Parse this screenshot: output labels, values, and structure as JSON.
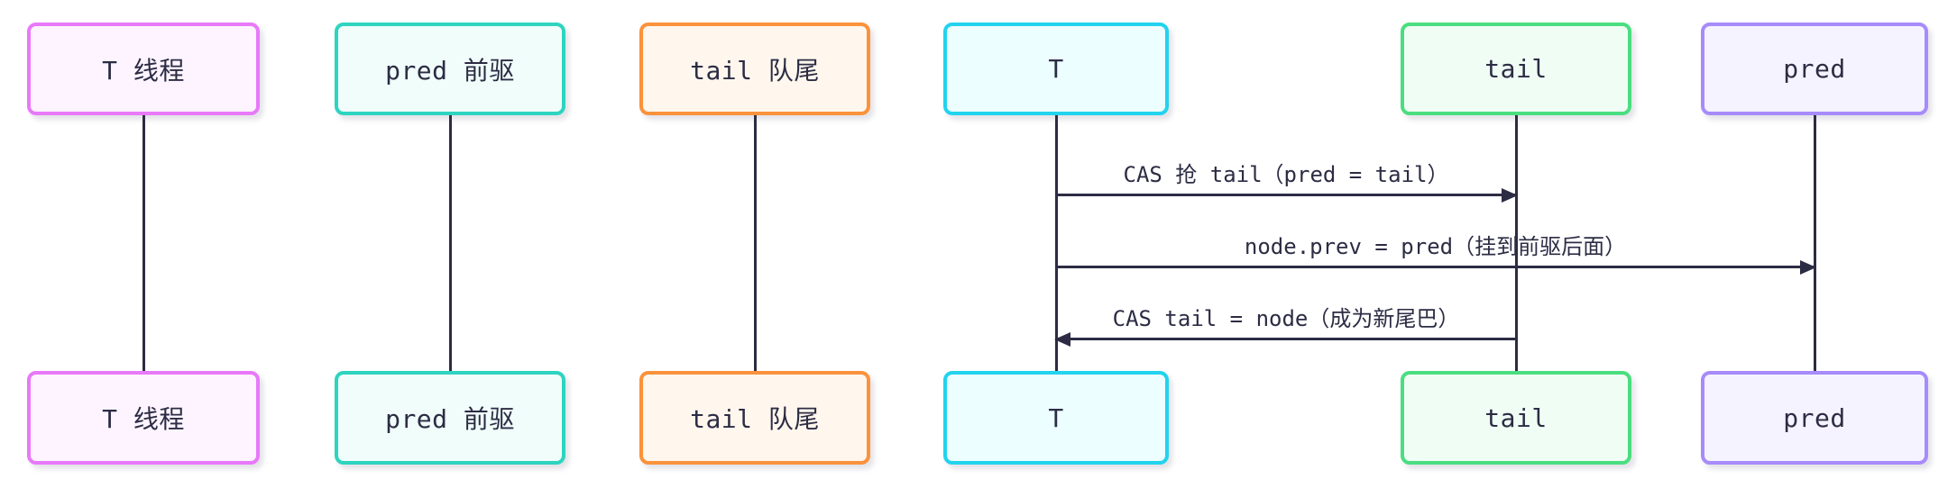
{
  "diagram": {
    "type": "sequence-diagram",
    "description": "CAS tail enqueue sequence diagram with six participants"
  },
  "theme": {
    "background": "#ffffff",
    "line_color": "#2c2c44",
    "text_color": "#2c2c44"
  },
  "actors": [
    {
      "id": "t-thread",
      "label": "T 线程",
      "border_color": "#e879f9",
      "fill_color": "#fdf4ff"
    },
    {
      "id": "pred-cn",
      "label": "pred 前驱",
      "border_color": "#2dd4bf",
      "fill_color": "#f0fdfa"
    },
    {
      "id": "tail-cn",
      "label": "tail 队尾",
      "border_color": "#fb923c",
      "fill_color": "#fff7ed"
    },
    {
      "id": "t",
      "label": "T",
      "border_color": "#22d3ee",
      "fill_color": "#ecfeff"
    },
    {
      "id": "tail",
      "label": "tail",
      "border_color": "#4ade80",
      "fill_color": "#f0fdf4"
    },
    {
      "id": "pred",
      "label": "pred",
      "border_color": "#a78bfa",
      "fill_color": "#f5f3ff"
    }
  ],
  "messages": [
    {
      "from": "T",
      "to": "tail",
      "direction": "right",
      "text": "CAS 抢 tail（pred = tail）"
    },
    {
      "from": "T",
      "to": "pred",
      "direction": "right",
      "text": "node.prev = pred（挂到前驱后面）"
    },
    {
      "from": "tail",
      "to": "T",
      "direction": "left",
      "text": "CAS tail = node（成为新尾巴）"
    }
  ]
}
